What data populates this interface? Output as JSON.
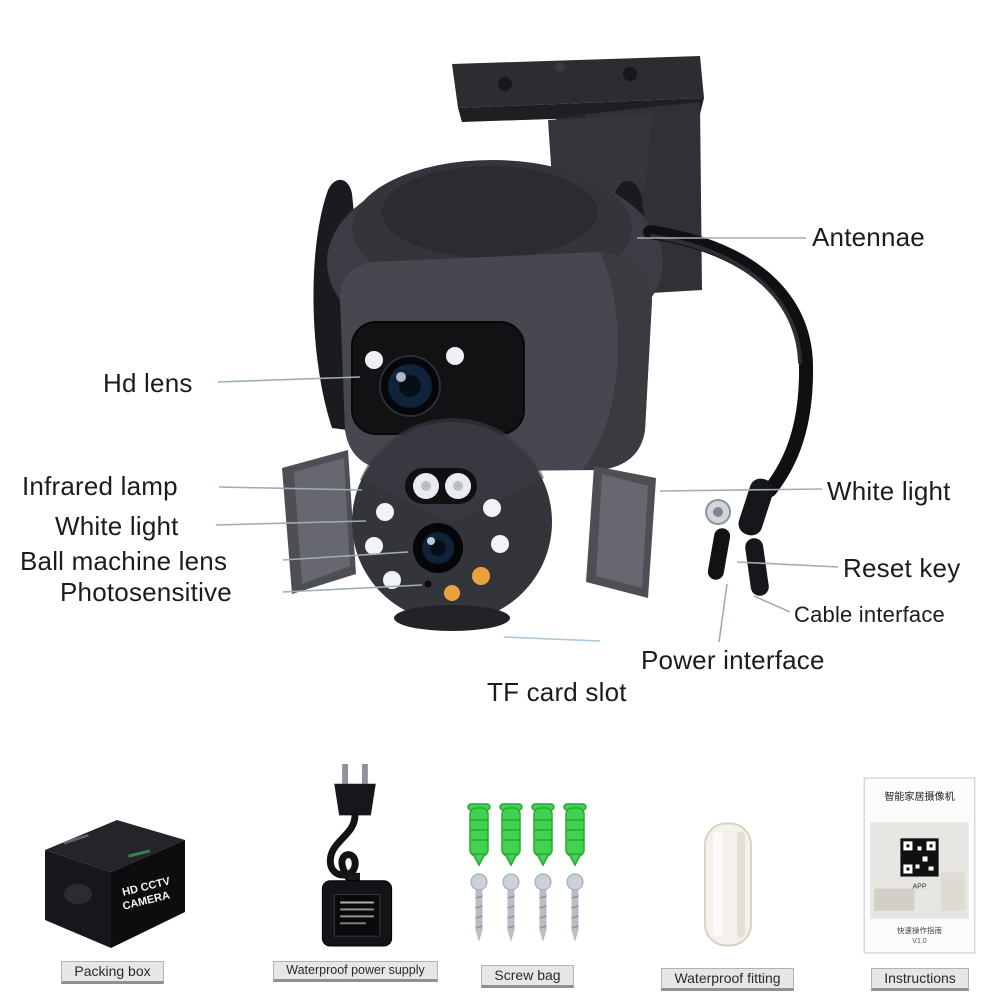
{
  "callouts": {
    "antennae": "Antennae",
    "hd_lens": "Hd lens",
    "infrared_lamp": "Infrared lamp",
    "white_light_left": "White light",
    "ball_machine_lens": "Ball machine lens",
    "photosensitive": "Photosensitive",
    "white_light_right": "White light",
    "reset_key": "Reset key",
    "cable_interface": "Cable interface",
    "power_interface": "Power interface",
    "tf_card_slot": "TF card slot"
  },
  "packing_box": {
    "line1": "HD CCTV",
    "line2": "CAMERA"
  },
  "instructions": {
    "title": "智能家居摄像机",
    "app": "APP",
    "guide": "快速操作指南",
    "version": "V1.0"
  },
  "accessories": [
    {
      "label": "Packing box"
    },
    {
      "label": "Waterproof power supply"
    },
    {
      "label": "Screw bag"
    },
    {
      "label": "Waterproof fitting"
    },
    {
      "label": "Instructions"
    }
  ],
  "colors": {
    "anchor_green": "#43d24f",
    "anchor_green_dark": "#2aa838",
    "amber_led": "#e9a23b",
    "leader_gray": "#9fadb6",
    "leader_blue": "#a9c6de"
  }
}
